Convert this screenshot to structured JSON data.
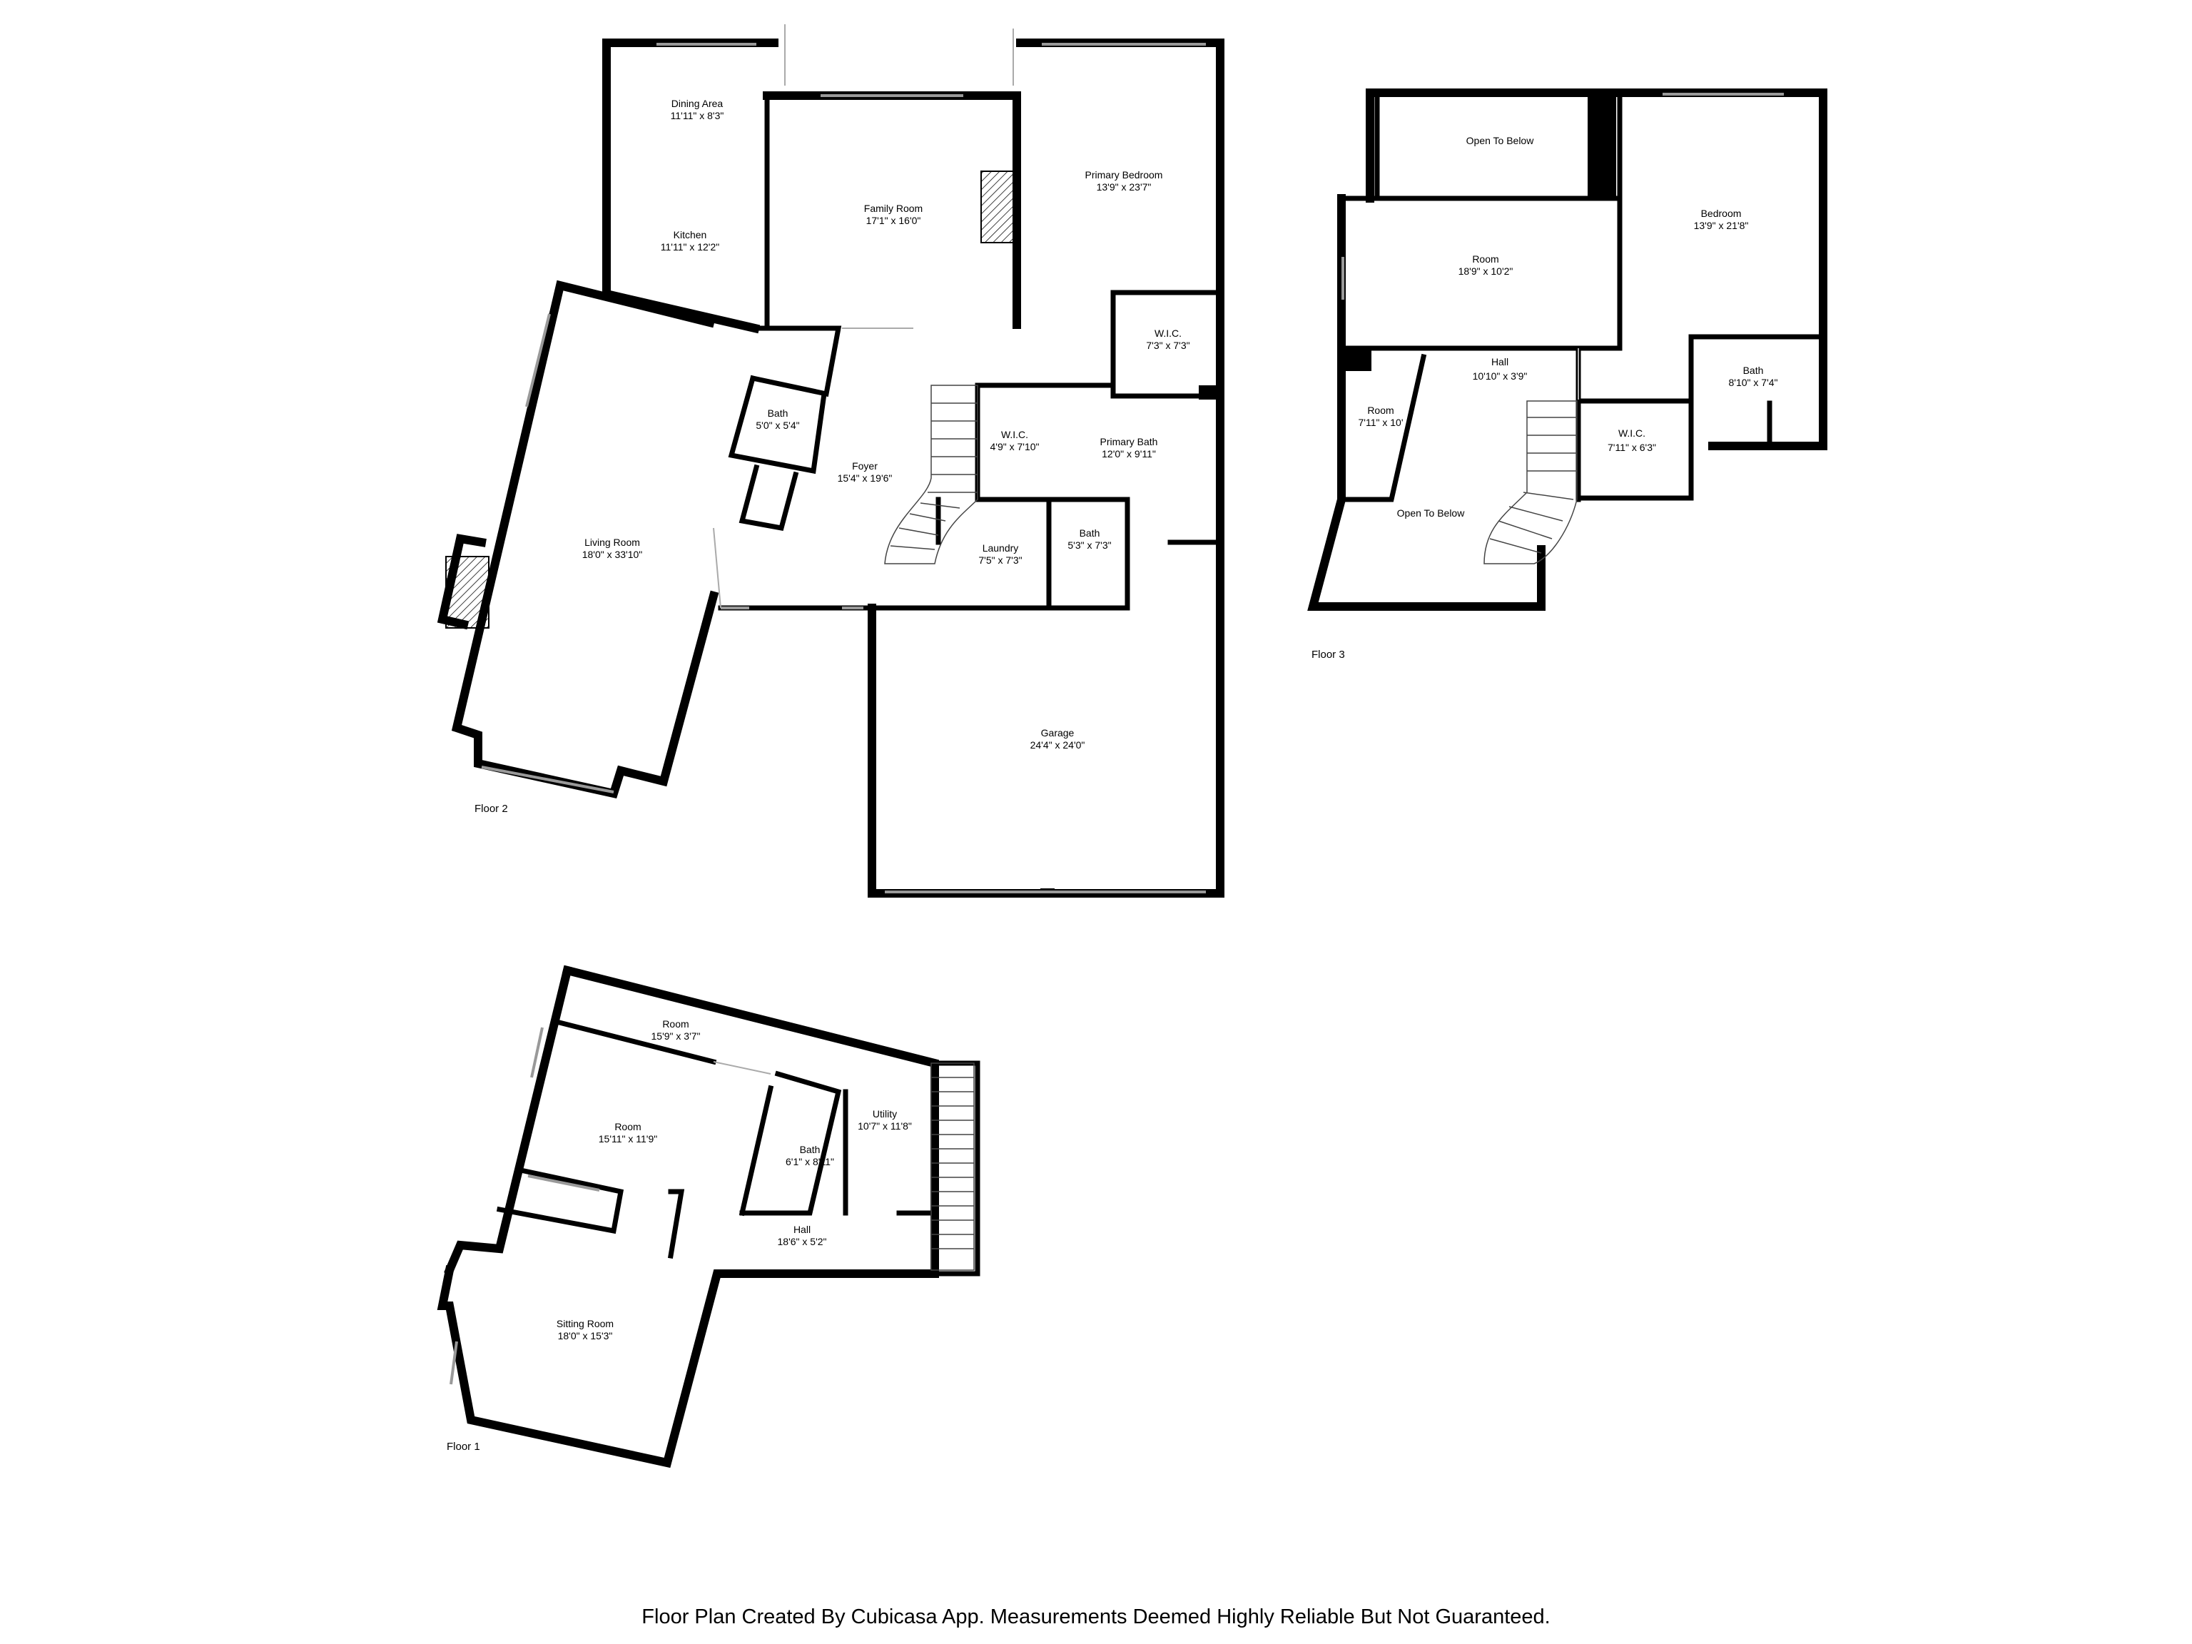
{
  "floors": [
    {
      "name": "Floor 2",
      "rooms": [
        {
          "name": "Dining Area",
          "size": "11'11\" x 8'3\""
        },
        {
          "name": "Family Room",
          "size": "17'1\" x 16'0\""
        },
        {
          "name": "Kitchen",
          "size": "11'11\" x 12'2\""
        },
        {
          "name": "Primary Bedroom",
          "size": "13'9\" x 23'7\""
        },
        {
          "name": "W.I.C.",
          "size": "7'3\" x 7'3\""
        },
        {
          "name": "Bath",
          "size": "5'0\" x 5'4\""
        },
        {
          "name": "Foyer",
          "size": "15'4\" x 19'6\""
        },
        {
          "name": "W.I.C.",
          "size": "4'9\" x 7'10\""
        },
        {
          "name": "Primary Bath",
          "size": "12'0\" x 9'11\""
        },
        {
          "name": "Living Room",
          "size": "18'0\" x 33'10\""
        },
        {
          "name": "Laundry",
          "size": "7'5\" x 7'3\""
        },
        {
          "name": "Bath",
          "size": "5'3\" x 7'3\""
        },
        {
          "name": "Garage",
          "size": "24'4\" x 24'0\""
        }
      ]
    },
    {
      "name": "Floor 3",
      "rooms": [
        {
          "name": "Open To Below",
          "size": ""
        },
        {
          "name": "Bedroom",
          "size": "13'9\" x 21'8\""
        },
        {
          "name": "Room",
          "size": "18'9\" x 10'2\""
        },
        {
          "name": "Hall",
          "size": "10'10\" x 3'9\""
        },
        {
          "name": "Room",
          "size": "7'11\" x 10'"
        },
        {
          "name": "Bath",
          "size": "8'10\" x 7'4\""
        },
        {
          "name": "W.I.C.",
          "size": "7'11\" x 6'3\""
        },
        {
          "name": "Open To Below",
          "size": ""
        }
      ]
    },
    {
      "name": "Floor 1",
      "rooms": [
        {
          "name": "Room",
          "size": "15'9\" x 3'7\""
        },
        {
          "name": "Room",
          "size": "15'11\" x 11'9\""
        },
        {
          "name": "Utility",
          "size": "10'7\" x 11'8\""
        },
        {
          "name": "Bath",
          "size": "6'1\" x 8'11\""
        },
        {
          "name": "Hall",
          "size": "18'6\" x 5'2\""
        },
        {
          "name": "Sitting Room",
          "size": "18'0\" x 15'3\""
        }
      ]
    }
  ],
  "disclaimer": "Floor Plan Created By Cubicasa App. Measurements Deemed Highly Reliable But Not Guaranteed."
}
